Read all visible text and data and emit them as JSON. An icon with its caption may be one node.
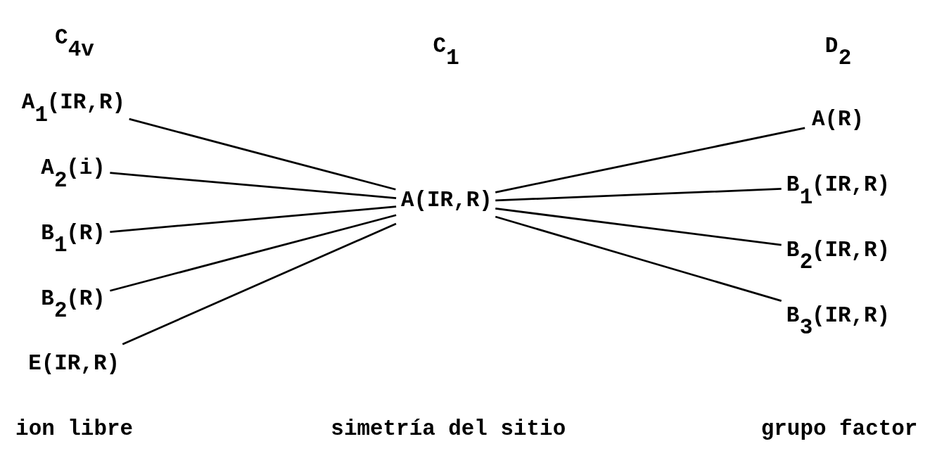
{
  "diagram": {
    "nodes": [
      {
        "text": [
          "A$_{1}$(IR,R)"
        ]
      },
      {
        "text": [
          "A$_{2}$(i)"
        ]
      },
      {
        "text": [
          "B$_{1}$(R)"
        ]
      },
      {
        "text": [
          "B$_{2}$(R)"
        ]
      },
      {
        "text": [
          "E(IR,R)"
        ]
      },
      {
        "text": [
          "A(IR,R)"
        ]
      },
      {
        "text": [
          "A(R)"
        ]
      },
      {
        "text": [
          "B$_{1}$(IR,R)"
        ]
      },
      {
        "text": [
          "B$_{2}$(IR,R)"
        ]
      },
      {
        "text": [
          "B$_{3}$(IR,R)"
        ]
      }
    ],
    "edges": [
      {
        "from": 0,
        "to": 5,
        "arrow": "none"
      },
      {
        "from": 1,
        "to": 5,
        "arrow": "none"
      },
      {
        "from": 2,
        "to": 5,
        "arrow": "none"
      },
      {
        "from": 3,
        "to": 5,
        "arrow": "none"
      },
      {
        "from": 4,
        "to": 5,
        "arrow": "none"
      },
      {
        "from": 5,
        "to": 6,
        "arrow": "none"
      },
      {
        "from": 5,
        "to": 7,
        "arrow": "none"
      },
      {
        "from": 5,
        "to": 8,
        "arrow": "none"
      },
      {
        "from": 5,
        "to": 9,
        "arrow": "none"
      }
    ],
    "labels": [
      "ion libre",
      "simetría del sitio",
      "grupo factor",
      "C$_{4v}$",
      "C$_{1}$",
      "D$_{2}$"
    ]
  }
}
